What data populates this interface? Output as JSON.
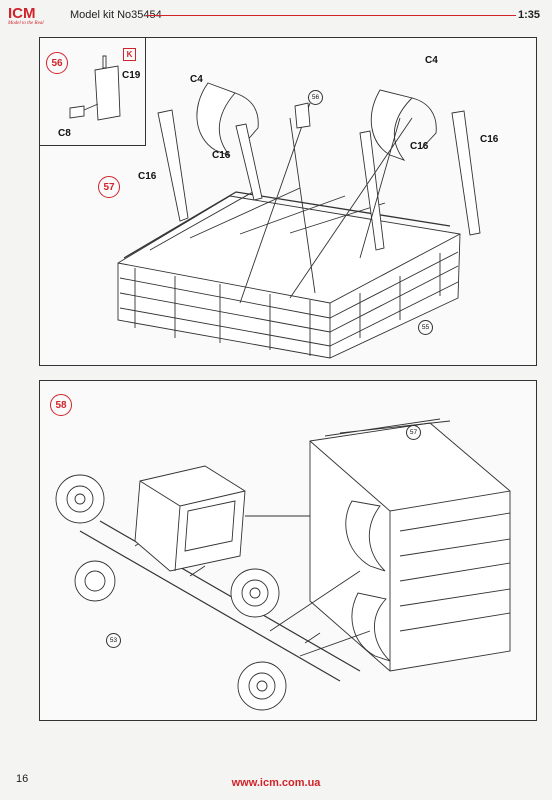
{
  "header": {
    "logo": "ICM",
    "logo_tagline": "Model to the Real",
    "model_kit": "Model kit No35454",
    "scale": "1:35"
  },
  "panel_top": {
    "inset": {
      "step": "56",
      "k_marker": "K",
      "labels": {
        "c19": "C19",
        "c8": "C8"
      }
    },
    "step": "57",
    "labels": {
      "c4_left": "C4",
      "c4_right": "C4",
      "c16_a": "C16",
      "c16_b": "C16",
      "c16_c": "C16",
      "c16_d": "C16"
    },
    "refs": {
      "ref_56": "56",
      "ref_55": "55"
    }
  },
  "panel_bottom": {
    "step": "58",
    "refs": {
      "ref_57": "57",
      "ref_53": "53"
    }
  },
  "footer": {
    "page_number": "16",
    "url": "www.icm.com.ua"
  },
  "colors": {
    "accent": "#d1232a",
    "line": "#333333"
  }
}
